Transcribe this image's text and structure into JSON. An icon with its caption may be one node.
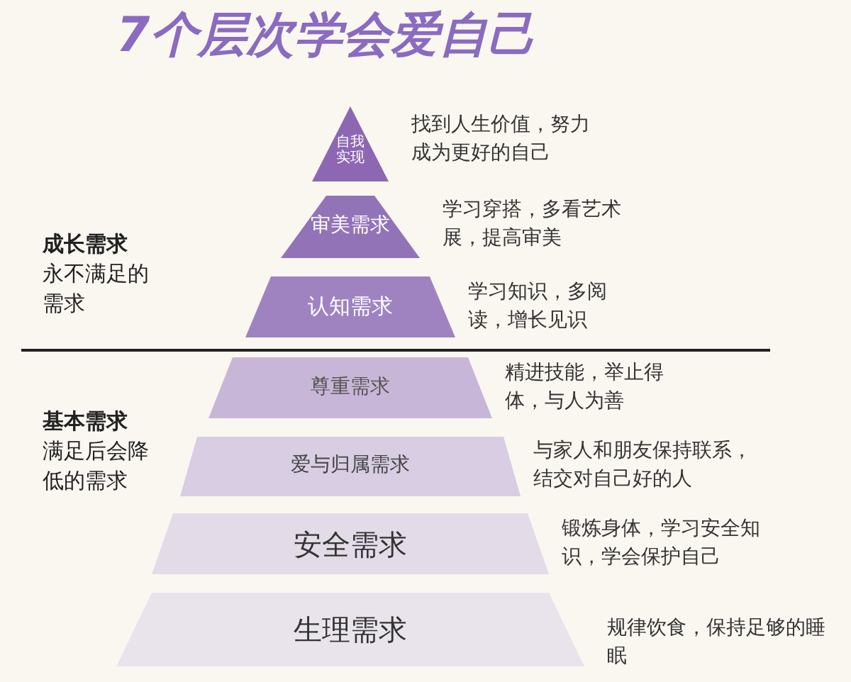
{
  "diagram": {
    "title": "7个层次学会爱自己",
    "nodes": [
      {
        "text": [
          "自我实现"
        ],
        "beside": [
          "找到人生价值，努力成为更好的自己"
        ]
      },
      {
        "text": [
          "审美需求"
        ],
        "beside": [
          "学习穿搭，多看艺术展，提高审美"
        ]
      },
      {
        "text": [
          "认知需求"
        ],
        "beside": [
          "学习知识，多阅读，增长见识"
        ]
      },
      {
        "text": [
          "尊重需求"
        ],
        "beside": [
          "精进技能，举止得体，与人为善"
        ]
      },
      {
        "text": [
          "爱与归属需求"
        ],
        "beside": [
          "与家人和朋友保持联系，结交对自己好的人"
        ]
      },
      {
        "text": [
          "安全需求"
        ],
        "beside": [
          "锻炼身体，学习安全知识，学会保护自己"
        ]
      },
      {
        "text": [
          "生理需求"
        ],
        "beside": [
          "规律饮食，保持足够的睡眠"
        ]
      }
    ],
    "labels": [
      "成长需求",
      "永不满足的需求",
      "基本需求",
      "满足后会降低的需求"
    ]
  }
}
